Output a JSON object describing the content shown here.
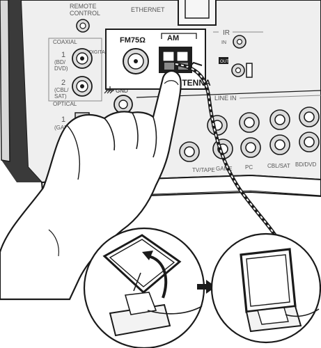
{
  "panel_labels": {
    "remote_control": "REMOTE",
    "remote_control_2": "CONTROL",
    "ethernet": "ETHERNET",
    "coaxial": "COAXIAL",
    "digital_in": "DIGITAL IN",
    "coax_1_num": "1",
    "coax_1_name": "(BD/",
    "coax_1_name_2": "DVD)",
    "coax_2_num": "2",
    "coax_2_name": "(CBL/",
    "coax_2_name_2": "SAT)",
    "optical": "OPTICAL",
    "optical_1_num": "1",
    "optical_1_name": "(GAME",
    "fm": "FM75Ω",
    "am": "AM",
    "antenna": "ANTENNA",
    "gnd": "GND",
    "ir": "IR",
    "ir_in": "IN",
    "ir_out": "OUT",
    "line_in": "LINE IN",
    "tv_tape": "TV/TAPE",
    "game": "GAME",
    "pc": "PC",
    "cbl_sat": "CBL/SAT",
    "bd_dvd": "BD/DVD"
  },
  "colors": {
    "line": "#1a1a1a",
    "panel": "#e9e9e9",
    "jack_fill": "#dcdcdc",
    "dark_block": "#1f1f1f",
    "antenna_body": "#ffffff"
  },
  "icons": [
    "rotate-arrow-icon",
    "right-arrow-icon",
    "ground-symbol-icon"
  ]
}
